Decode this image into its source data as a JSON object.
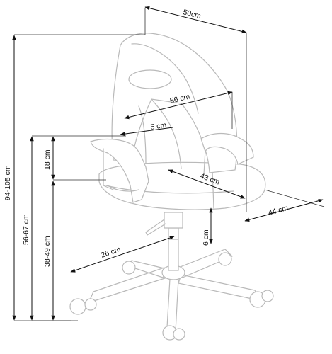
{
  "dimensions": {
    "total_height": "94-105 cm",
    "seat_to_floor_armrest": "56-67 cm",
    "seat_height": "38-49 cm",
    "armrest_height": "18 cm",
    "width": "50cm",
    "backrest_width": "56 cm",
    "backrest_offset": "5 cm",
    "seat_width": "43 cm",
    "seat_depth": "44 cm",
    "gas_lift": "6 cm",
    "base_radius": "26 cm"
  },
  "colors": {
    "chair_outline": "#b9b9b9",
    "dimension_line": "#111111"
  }
}
